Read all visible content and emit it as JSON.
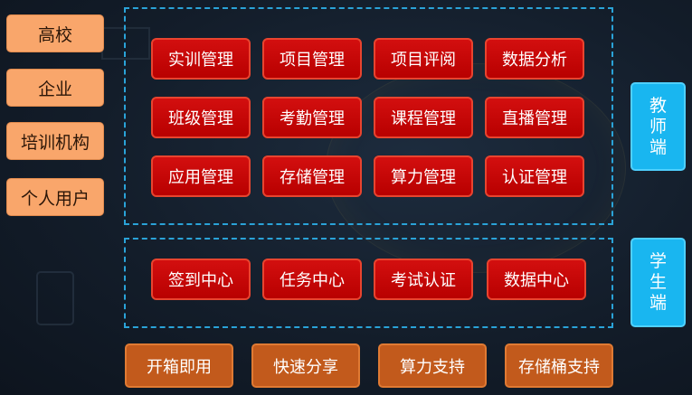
{
  "left_categories": [
    "高校",
    "企业",
    "培训机构",
    "个人用户"
  ],
  "teacher": {
    "label": "教师端",
    "modules": [
      "实训管理",
      "项目管理",
      "项目评阅",
      "数据分析",
      "班级管理",
      "考勤管理",
      "课程管理",
      "直播管理",
      "应用管理",
      "存储管理",
      "算力管理",
      "认证管理"
    ]
  },
  "student": {
    "label": "学生端",
    "modules": [
      "签到中心",
      "任务中心",
      "考试认证",
      "数据中心"
    ]
  },
  "features": [
    "开箱即用",
    "快速分享",
    "算力支持",
    "存储桶支持"
  ],
  "colors": {
    "left_button": "#f9a66b",
    "module_button": "#c80606",
    "side_label": "#19b6f0",
    "feature_button": "#c25a1c",
    "dashed_border": "#2aa3d8"
  }
}
